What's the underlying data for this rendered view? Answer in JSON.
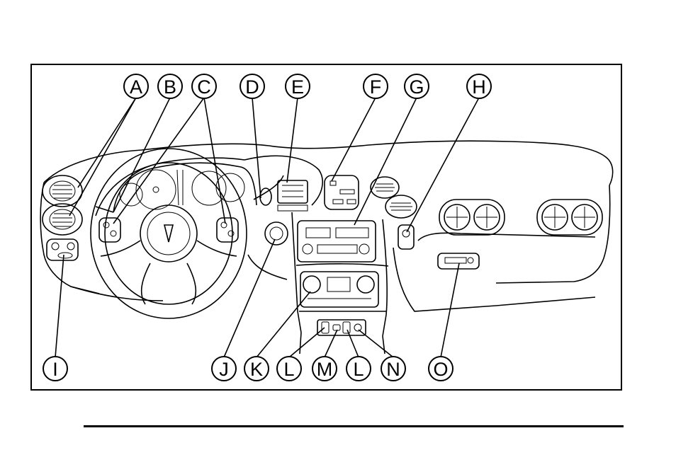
{
  "diagram": {
    "callouts": {
      "A": "A",
      "B": "B",
      "C": "C",
      "D": "D",
      "E": "E",
      "F": "F",
      "G": "G",
      "H": "H",
      "I": "I",
      "J": "J",
      "K": "K",
      "L1": "L",
      "M": "M",
      "L2": "L",
      "N": "N",
      "O": "O"
    }
  }
}
